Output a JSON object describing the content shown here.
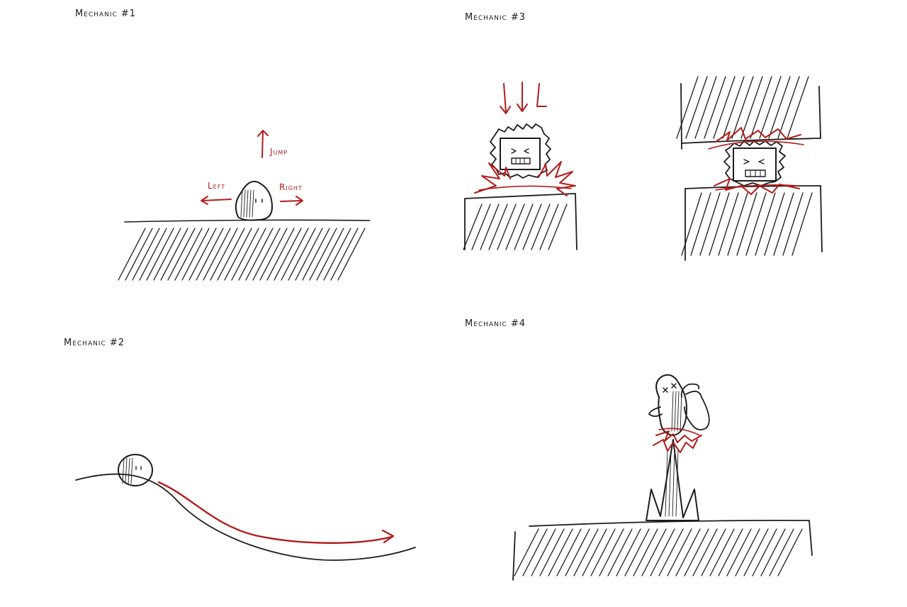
{
  "mechanic1": {
    "title": "Mechanic #1",
    "jump": "Jump",
    "left": "Left",
    "right": "Right"
  },
  "mechanic2": {
    "title": "Mechanic #2"
  },
  "mechanic3": {
    "title": "Mechanic #3"
  },
  "mechanic4": {
    "title": "Mechanic #4"
  },
  "colors": {
    "ink": "#1c1c1c",
    "accent": "#b31b1b",
    "paper": "#ffffff"
  }
}
